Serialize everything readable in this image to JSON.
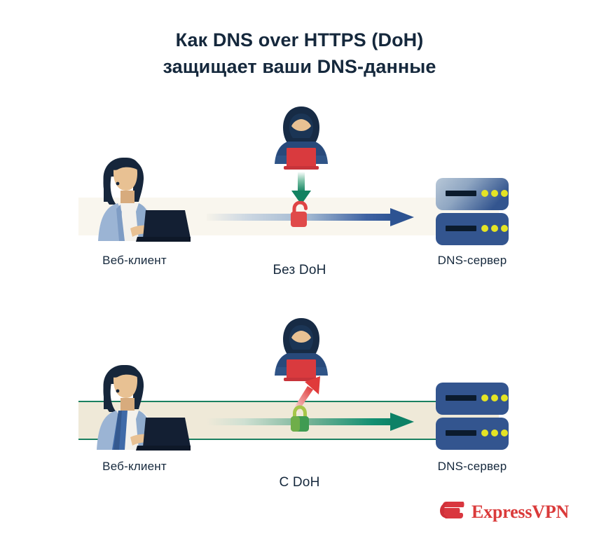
{
  "title": {
    "line1": "Как DNS over HTTPS (DoH)",
    "line2": "защищает ваши DNS-данные"
  },
  "sections": [
    {
      "id": "without-doh",
      "mode_label": "Без DoH",
      "client_label": "Веб-клиент",
      "server_label": "DNS-сервер",
      "lock_state": "unlocked",
      "lock_color": "#df4444",
      "attacker_arrow": "down-intercept",
      "attacker_arrow_color": "#1d8a6b",
      "data_arrow_color_start": "#c9d6e4",
      "data_arrow_color_end": "#3a5f9e",
      "band_color": "#f9f6ee",
      "tunnel": false
    },
    {
      "id": "with-doh",
      "mode_label": "С DoH",
      "client_label": "Веб-клиент",
      "server_label": "DNS-сервер",
      "lock_state": "locked",
      "lock_color": "#3f9b52",
      "attacker_arrow": "deflected-up-right",
      "attacker_arrow_color": "#e03a3a",
      "data_arrow_color_start": "#cfe3d6",
      "data_arrow_color_end": "#12806a",
      "band_color": "#efe9d8",
      "tunnel": true,
      "tunnel_border_color": "#1b8060"
    }
  ],
  "icons": {
    "hacker": "hacker-hoodie-laptop-icon",
    "client": "web-client-person-laptop-icon",
    "server": "dns-server-rack-icon",
    "lock_open": "padlock-open-icon",
    "lock_closed": "padlock-closed-icon",
    "arrow_data": "data-flow-arrow-icon",
    "arrow_attack": "attack-arrow-icon"
  },
  "brand": {
    "name": "ExpressVPN",
    "mark": "expressvpn-logo-mark",
    "color": "#da3a3a"
  },
  "palette": {
    "title_navy": "#15283c",
    "hoodie_dark": "#172b45",
    "hoodie_blue": "#2f5487",
    "hacker_laptop_red": "#d93a3e",
    "skin": "#e8c193",
    "hair_navy": "#16263b",
    "jacket_light": "#9bb4d4",
    "jacket_mid": "#4a73ad",
    "laptop_navy": "#131f33",
    "server_blue": "#33558f",
    "server_light": "#aebfd0",
    "server_slot": "#0b1b2d",
    "server_led": "#e4e425"
  }
}
